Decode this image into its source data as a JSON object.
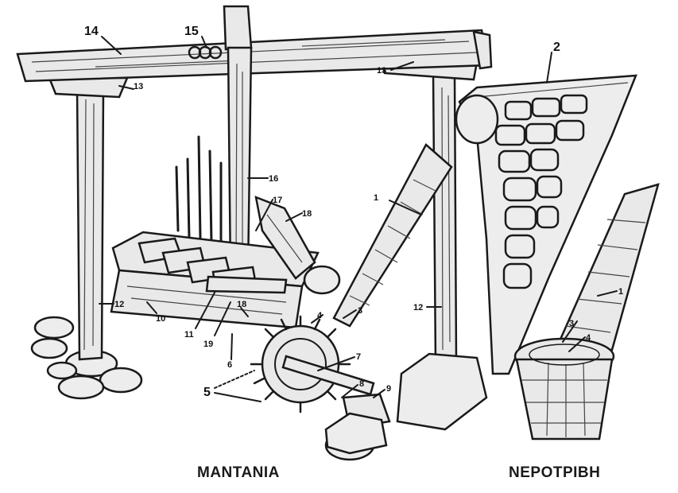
{
  "captions": {
    "left": "MANTANIA",
    "right": "ΝΕΡΟΤΡΙΒΗ"
  },
  "labels": {
    "n1a": "1",
    "n1b": "1",
    "n2": "2",
    "n3a": "3",
    "n3b": "3",
    "n4a": "4",
    "n4b": "4",
    "n5": "5",
    "n6": "6",
    "n7": "7",
    "n8": "8",
    "n9": "9",
    "n10": "10",
    "n11": "11",
    "n12a": "12",
    "n12b": "12",
    "n13a": "13",
    "n13b": "13",
    "n14": "14",
    "n15": "15",
    "n16": "16",
    "n17": "17",
    "n18": "18",
    "n19": "19"
  }
}
